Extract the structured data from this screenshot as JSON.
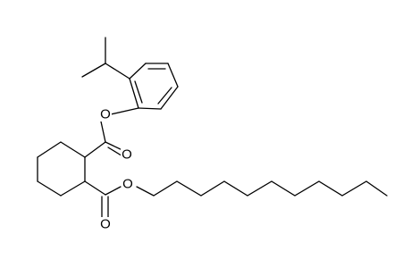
{
  "molecule": {
    "atom_labels": {
      "ester1_bridge_oxygen": "O",
      "ester1_carbonyl_oxygen": "O",
      "ester2_bridge_oxygen": "O",
      "ester2_carbonyl_oxygen": "O"
    }
  },
  "colors": {
    "bond": "#000000",
    "background": "#ffffff"
  }
}
